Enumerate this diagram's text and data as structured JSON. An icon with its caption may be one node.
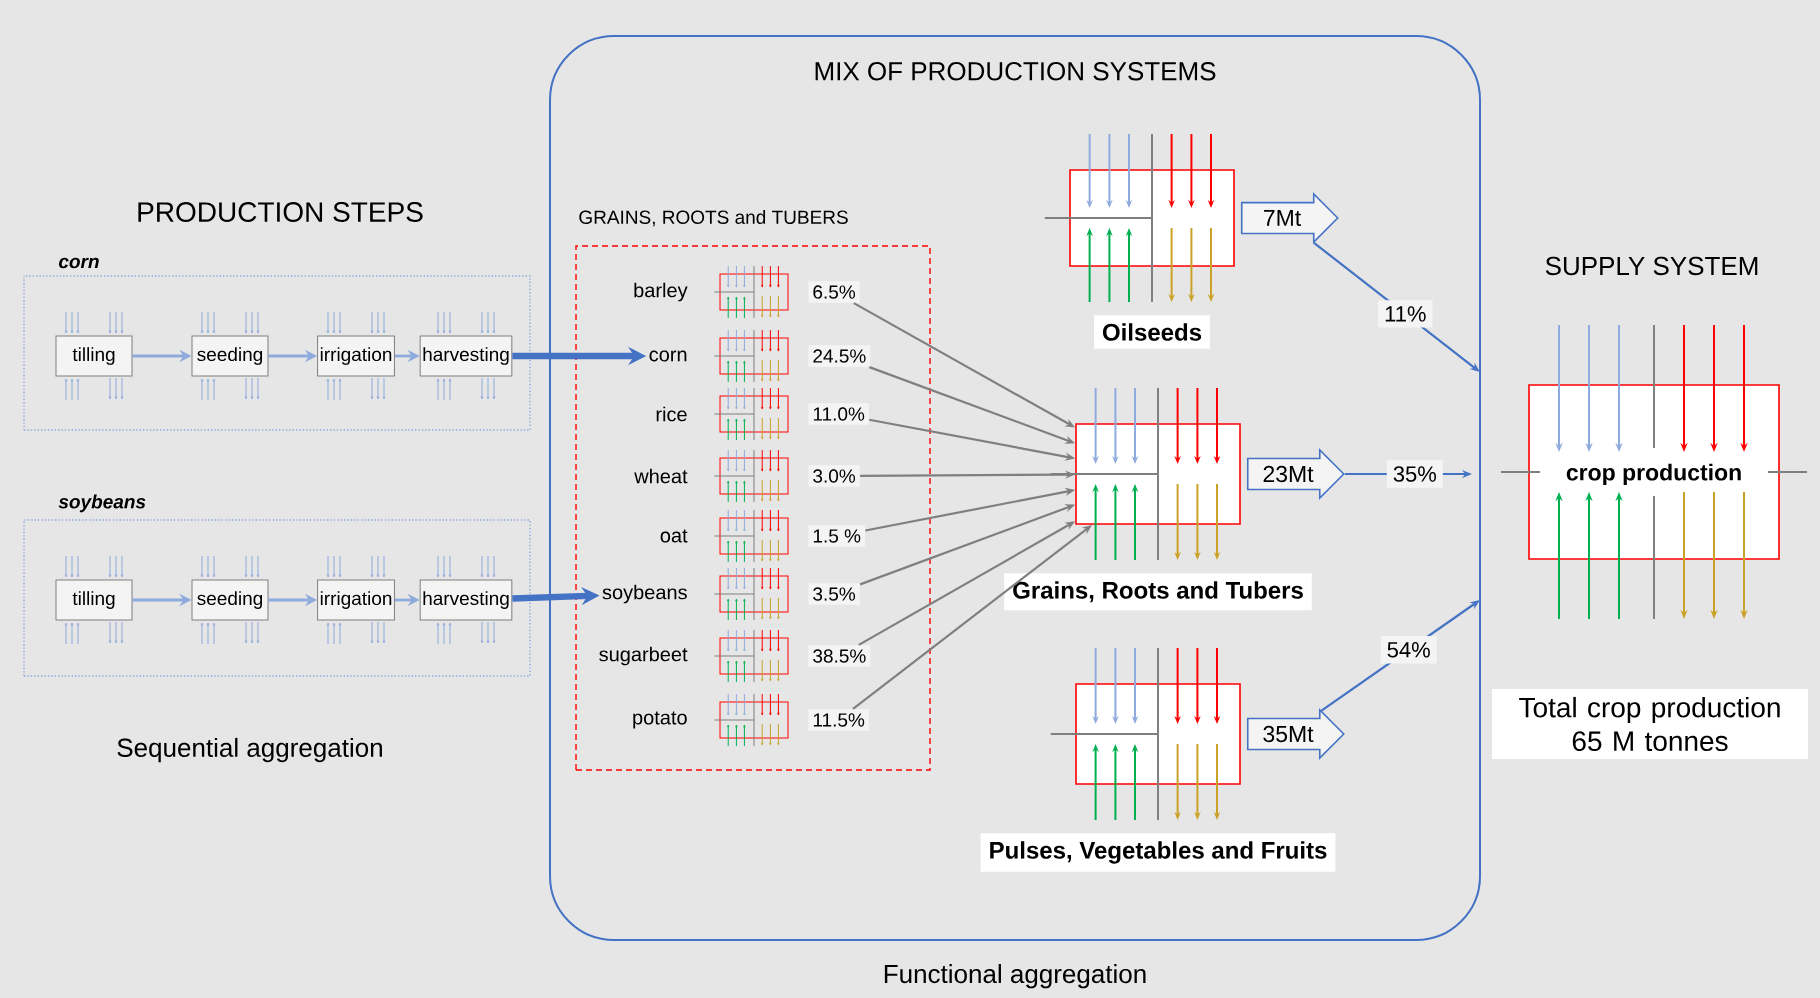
{
  "diagram": {
    "nodes": [
      {
        "text": [
          "MIX OF PRODUCTION SYSTEMS"
        ],
        "beside": [
          "Functional aggregation"
        ]
      },
      {
        "text": [
          "corn"
        ]
      },
      {
        "text": [
          "tilling"
        ],
        "in": 1
      },
      {
        "text": [
          "seeding"
        ],
        "in": 1
      },
      {
        "text": [
          "irrigation"
        ],
        "in": 1
      },
      {
        "text": [
          "harvesting"
        ],
        "in": 1
      },
      {
        "text": [
          "soybeans"
        ]
      },
      {
        "text": [
          "tilling"
        ],
        "in": 6
      },
      {
        "text": [
          "seeding"
        ],
        "in": 6
      },
      {
        "text": [
          "irrigation"
        ],
        "in": 6
      },
      {
        "text": [
          "harvesting"
        ],
        "in": 6
      },
      {
        "text": [
          "GRAINS, ROOTS and TUBERS"
        ],
        "in": 0
      },
      {
        "text": [
          "barley"
        ],
        "in": 11
      },
      {
        "text": [
          "corn"
        ],
        "in": 11
      },
      {
        "text": [
          "rice"
        ],
        "in": 11
      },
      {
        "text": [
          "wheat"
        ],
        "in": 11
      },
      {
        "text": [
          "oat"
        ],
        "in": 11
      },
      {
        "text": [
          "soybeans"
        ],
        "in": 11
      },
      {
        "text": [
          "sugarbeet"
        ],
        "in": 11
      },
      {
        "text": [
          "potato"
        ],
        "in": 11
      },
      {
        "text": [
          "6.5%"
        ],
        "in": 11
      },
      {
        "text": [
          "24.5%"
        ],
        "in": 11
      },
      {
        "text": [
          "11.0%"
        ],
        "in": 11
      },
      {
        "text": [
          "3.0%"
        ],
        "in": 11
      },
      {
        "text": [
          "1.5 %"
        ],
        "in": 11
      },
      {
        "text": [
          "3.5%"
        ],
        "in": 11
      },
      {
        "text": [
          "38.5%"
        ],
        "in": 11
      },
      {
        "text": [
          "11.5%"
        ],
        "in": 11
      },
      {
        "text": [
          "Oilseeds"
        ],
        "in": 0
      },
      {
        "text": [
          "7Mt"
        ],
        "in": 0
      },
      {
        "text": [
          "Grains, Roots and Tubers"
        ],
        "in": 0
      },
      {
        "text": [
          "23Mt"
        ],
        "in": 0
      },
      {
        "text": [
          "Pulses, Vegetables and Fruits"
        ],
        "in": 0
      },
      {
        "text": [
          "35Mt"
        ],
        "in": 0
      },
      {
        "text": [
          "crop production"
        ]
      },
      {
        "text": [
          "Total crop production 65 M tonnes"
        ]
      }
    ],
    "edges": [
      {
        "from": 2,
        "to": 3,
        "arrow": "to",
        "color": "#8faadc"
      },
      {
        "from": 3,
        "to": 4,
        "arrow": "to",
        "color": "#8faadc"
      },
      {
        "from": 4,
        "to": 5,
        "arrow": "to",
        "color": "#8faadc"
      },
      {
        "from": 7,
        "to": 8,
        "arrow": "to",
        "color": "#8faadc"
      },
      {
        "from": 8,
        "to": 9,
        "arrow": "to",
        "color": "#8faadc"
      },
      {
        "from": 9,
        "to": 10,
        "arrow": "to",
        "color": "#8faadc"
      },
      {
        "from": 5,
        "to": 13,
        "arrow": "to",
        "style": "thick",
        "color": "#4472c4"
      },
      {
        "from": 10,
        "to": 17,
        "arrow": "to",
        "style": "thick",
        "color": "#4472c4"
      },
      {
        "from": 20,
        "to": 30,
        "arrow": "to"
      },
      {
        "from": 21,
        "to": 30,
        "arrow": "to"
      },
      {
        "from": 22,
        "to": 30,
        "arrow": "to"
      },
      {
        "from": 23,
        "to": 30,
        "arrow": "to"
      },
      {
        "from": 24,
        "to": 30,
        "arrow": "to"
      },
      {
        "from": 25,
        "to": 30,
        "arrow": "to"
      },
      {
        "from": 26,
        "to": 30,
        "arrow": "to"
      },
      {
        "from": 27,
        "to": 30,
        "arrow": "to"
      },
      {
        "from": 29,
        "to": null,
        "arrow": "to",
        "label": "11%",
        "color": "#4472c4"
      },
      {
        "from": 31,
        "to": null,
        "arrow": "to",
        "label": "35%",
        "color": "#4472c4"
      },
      {
        "from": 33,
        "to": null,
        "arrow": "to",
        "label": "54%",
        "color": "#4472c4"
      }
    ],
    "labels": [
      "PRODUCTION STEPS",
      "Sequential aggregation",
      "SUPPLY SYSTEM"
    ]
  }
}
